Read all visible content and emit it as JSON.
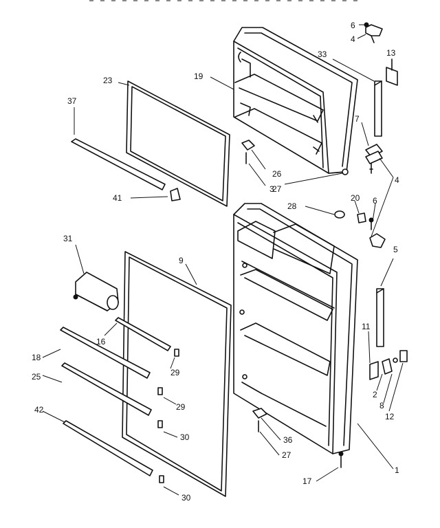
{
  "callouts": [
    {
      "id": "c6a",
      "text": "6"
    },
    {
      "id": "c4a",
      "text": "4"
    },
    {
      "id": "c33",
      "text": "33"
    },
    {
      "id": "c13",
      "text": "13"
    },
    {
      "id": "c19",
      "text": "19"
    },
    {
      "id": "c23",
      "text": "23"
    },
    {
      "id": "c37",
      "text": "37"
    },
    {
      "id": "c7",
      "text": "7"
    },
    {
      "id": "c26",
      "text": "26"
    },
    {
      "id": "c27a",
      "text": "27"
    },
    {
      "id": "c3",
      "text": "3"
    },
    {
      "id": "c4b",
      "text": "4"
    },
    {
      "id": "c41",
      "text": "41"
    },
    {
      "id": "c20",
      "text": "20"
    },
    {
      "id": "c28",
      "text": "28"
    },
    {
      "id": "c6b",
      "text": "6"
    },
    {
      "id": "c31",
      "text": "31"
    },
    {
      "id": "c9",
      "text": "9"
    },
    {
      "id": "c5",
      "text": "5"
    },
    {
      "id": "c11",
      "text": "11"
    },
    {
      "id": "c16",
      "text": "16"
    },
    {
      "id": "c18",
      "text": "18"
    },
    {
      "id": "c29a",
      "text": "29"
    },
    {
      "id": "c25",
      "text": "25"
    },
    {
      "id": "c29b",
      "text": "29"
    },
    {
      "id": "c2",
      "text": "2"
    },
    {
      "id": "c8b",
      "text": "8"
    },
    {
      "id": "c12",
      "text": "12"
    },
    {
      "id": "c42",
      "text": "42"
    },
    {
      "id": "c30a",
      "text": "30"
    },
    {
      "id": "c36",
      "text": "36"
    },
    {
      "id": "c27b",
      "text": "27"
    },
    {
      "id": "c1",
      "text": "1"
    },
    {
      "id": "c17",
      "text": "17"
    },
    {
      "id": "c30b",
      "text": "30"
    }
  ]
}
